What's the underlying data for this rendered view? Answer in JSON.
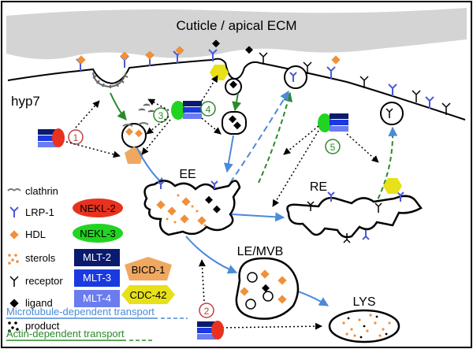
{
  "cuticle_label": "Cuticle / apical ECM",
  "cell_label": "hyp7",
  "compartments": {
    "ee": "EE",
    "re": "RE",
    "le_mvb": "LE/MVB",
    "lys": "LYS"
  },
  "steps": [
    "1",
    "2",
    "3",
    "4",
    "5"
  ],
  "legend": {
    "clathrin": "clathrin",
    "lrp1": "LRP-1",
    "hdl": "HDL",
    "sterols": "sterols",
    "receptor": "receptor",
    "ligand": "ligand",
    "product": "product"
  },
  "proteins": {
    "nekl2": "NEKL-2",
    "nekl3": "NEKL-3",
    "mlt2": "MLT-2",
    "mlt3": "MLT-3",
    "mlt4": "MLT-4",
    "bicd1": "BICD-1",
    "cdc42": "CDC-42"
  },
  "transport": {
    "microtubule": "Microtubule-dependent transport",
    "actin": "Actin-dependent transport"
  },
  "colors": {
    "cuticle": "#d4d4d4",
    "nekl2": "#e8321e",
    "nekl3": "#22d422",
    "mlt2": "#0a1a6e",
    "mlt3": "#1a3ae0",
    "mlt4": "#6a7cf0",
    "hdl": "#f0903a",
    "bicd1": "#f0a860",
    "cdc42": "#e8e018",
    "lrp1": "#4a5ad8",
    "microtubule": "#4a8ad8",
    "actin": "#2a8a2a",
    "step_red": "#c04040",
    "step_green": "#2a8a2a"
  }
}
